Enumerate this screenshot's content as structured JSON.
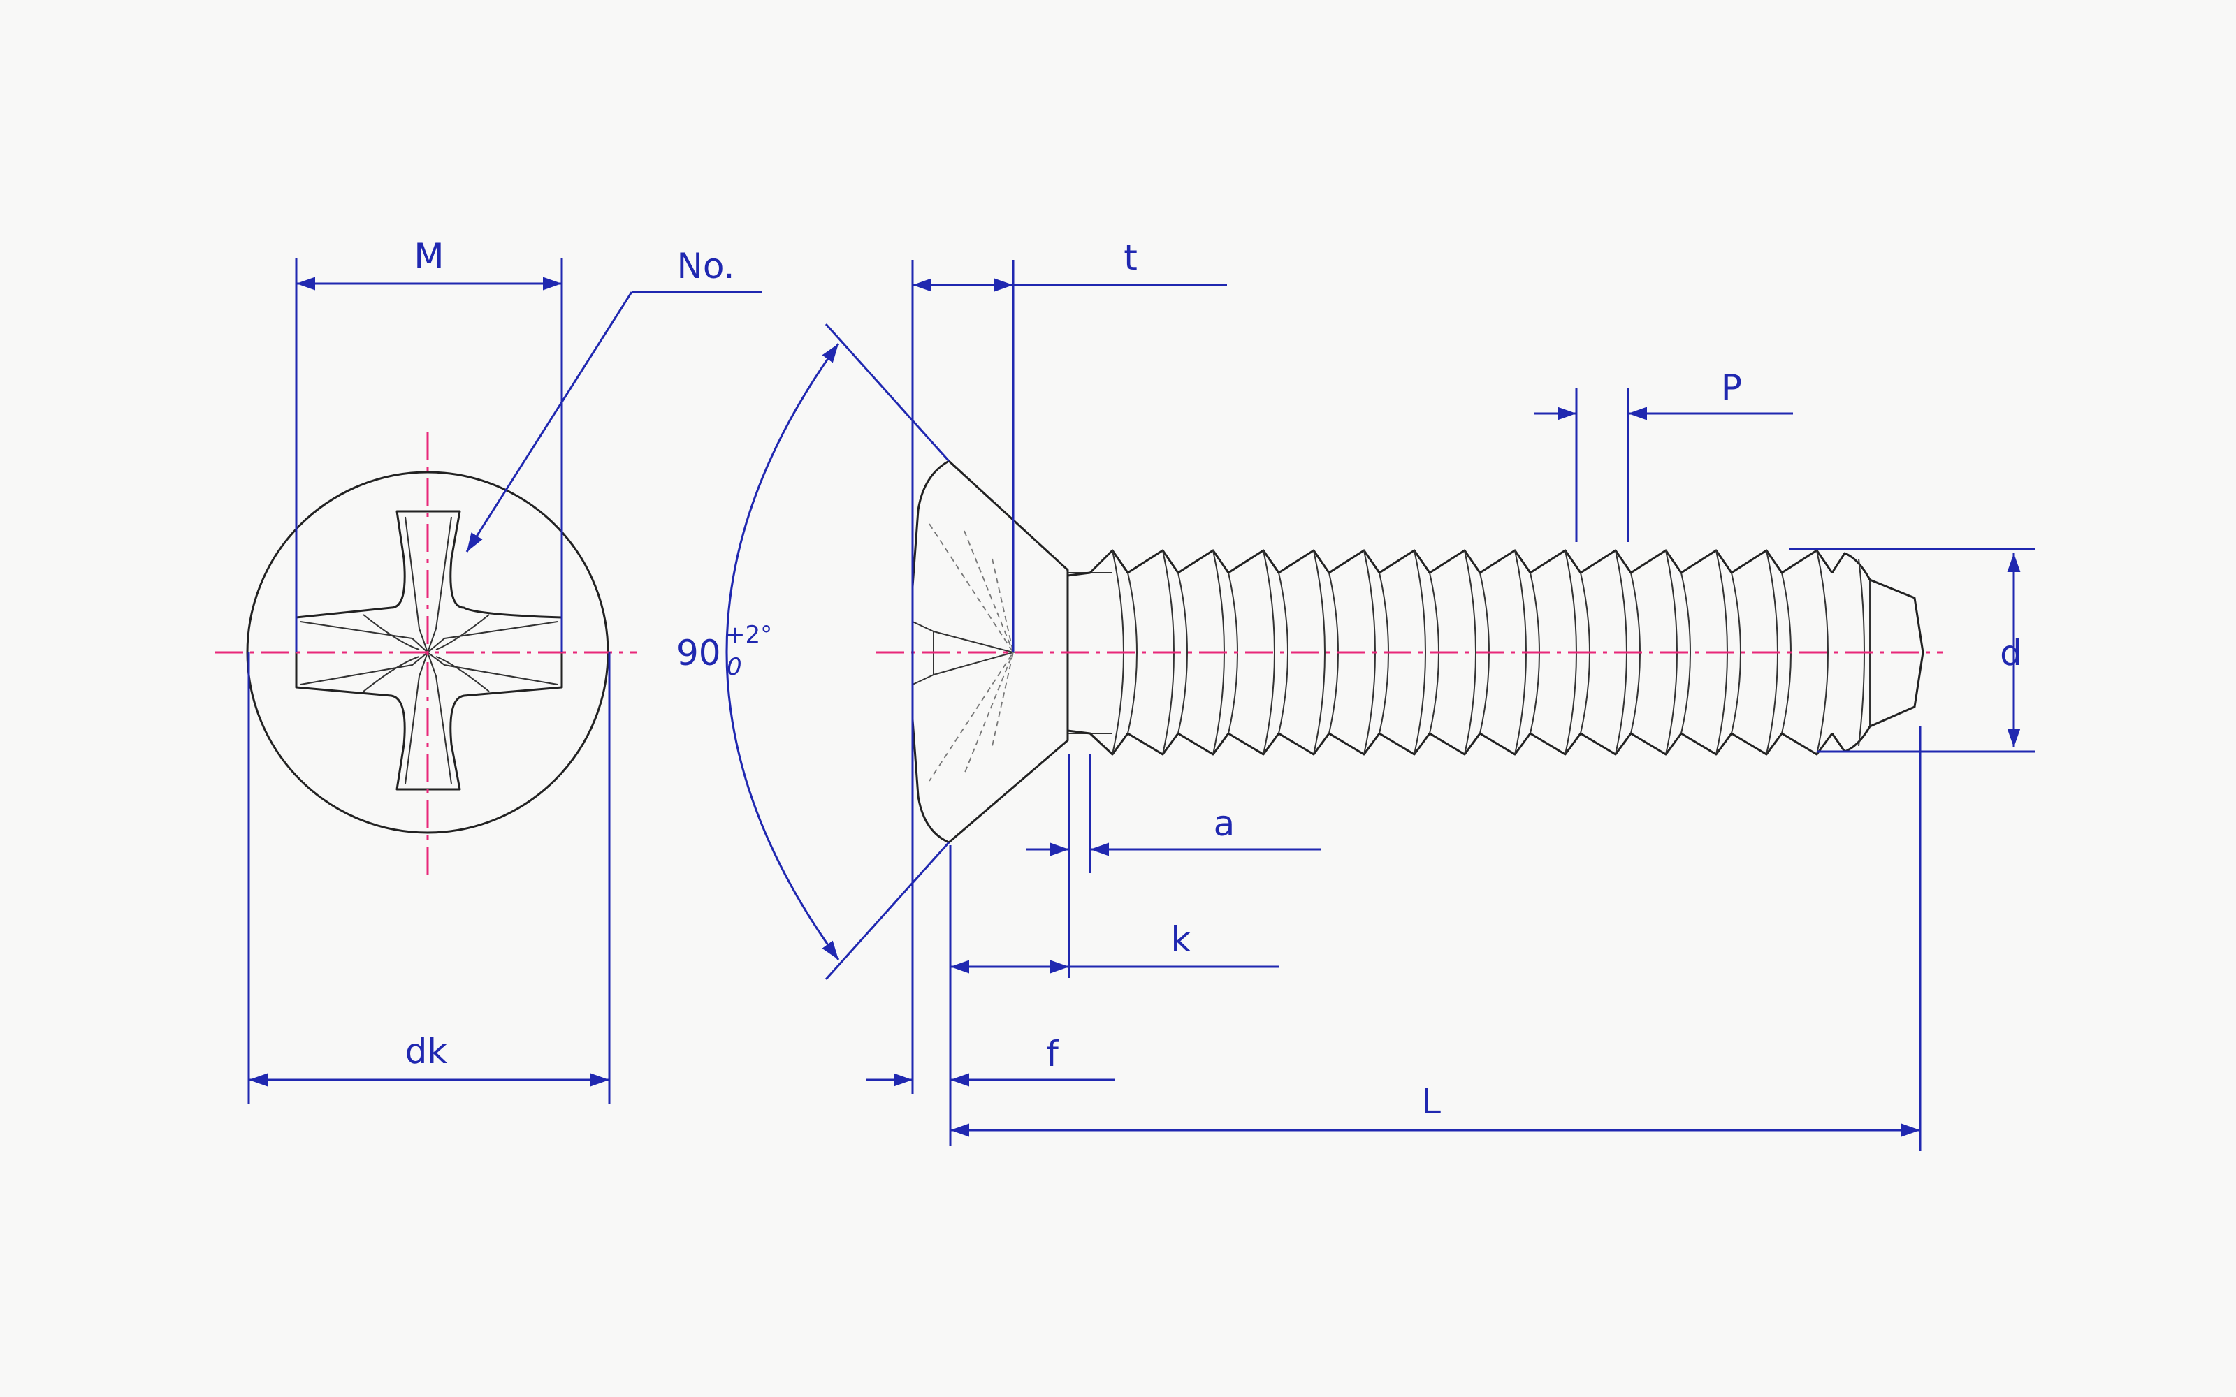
{
  "colors": {
    "dimension": "#2028b0",
    "centerline": "#e8287a",
    "outline": "#222222",
    "background": "#f8f8f7"
  },
  "labels": {
    "M": "M",
    "No": "No.",
    "dk": "dk",
    "t": "t",
    "P": "P",
    "d": "d",
    "a": "a",
    "k": "k",
    "f": "f",
    "L": "L",
    "angle_value": "90",
    "angle_tol_upper": "+2°",
    "angle_tol_lower": "0"
  }
}
